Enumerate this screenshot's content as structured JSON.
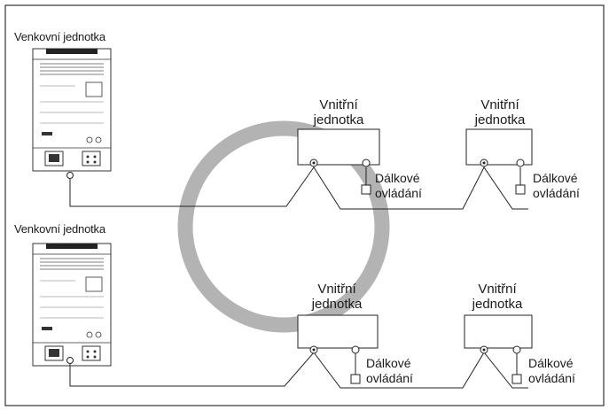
{
  "diagram": {
    "outdoor_unit_label": "Venkovní jednotka",
    "indoor_unit_label_line1": "Vnitřní",
    "indoor_unit_label_line2": "jednotka",
    "remote_label_line1": "Dálkové",
    "remote_label_line2": "ovládání"
  },
  "colors": {
    "line": "#222222",
    "ring": "#b3b3b3",
    "frame": "#333333"
  }
}
